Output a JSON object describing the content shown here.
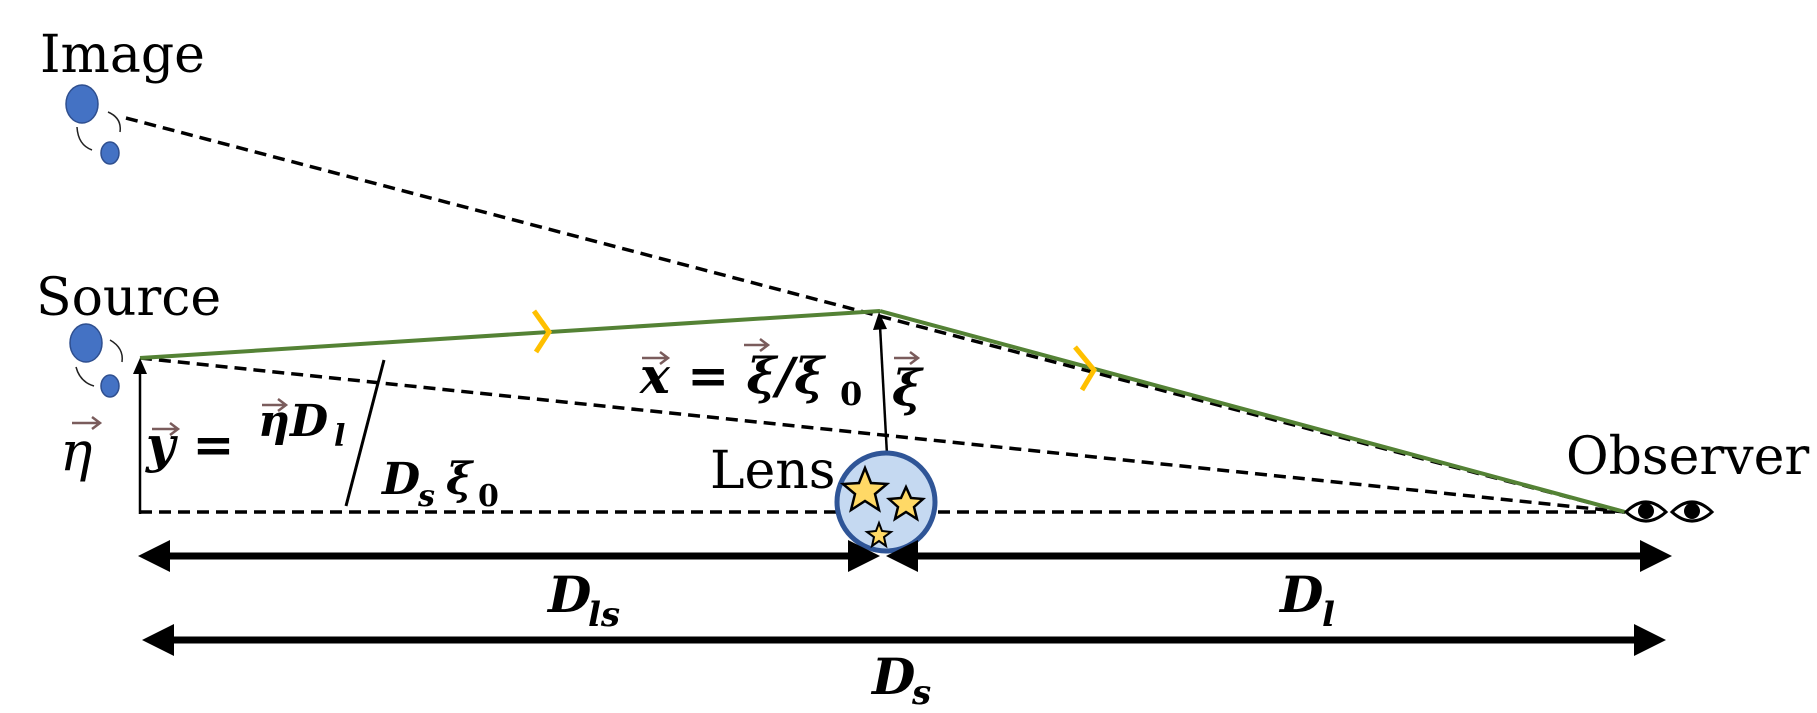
{
  "labels": {
    "image": "Image",
    "source": "Source",
    "lens": "Lens",
    "observer": "Observer"
  },
  "math": {
    "eta": "η",
    "y_eq": "y =",
    "eta_dl": "ηD",
    "dl_sub": "l",
    "ds": "D",
    "ds_sub": "s",
    "xi0": "ξ",
    "xi0_sub": "0",
    "x_eq": "x = ξ",
    "slash_xi0": "/ξ",
    "slash_xi0_sub": "0",
    "xi": "ξ"
  },
  "distances": {
    "dls": "D",
    "dls_sub": "ls",
    "dl": "D",
    "dl_sub": "l",
    "ds": "D",
    "ds_sub": "s"
  },
  "colors": {
    "light_ray": "#548235",
    "direction_marker": "#ffc000",
    "blob": "#4472c4",
    "lens_fill": "#c5d9f1",
    "lens_stroke": "#2f5597",
    "star_fill": "#ffd966"
  },
  "icons": {
    "observer": "eye-icon",
    "lens_stars": "star-icon"
  }
}
